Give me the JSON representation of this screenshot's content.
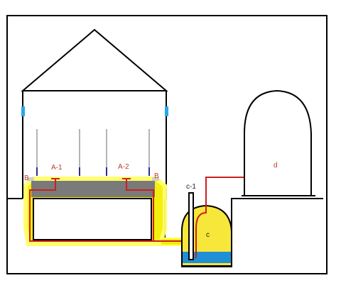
{
  "labels": {
    "a1": "A-1",
    "a2": "A-2",
    "b_left": "B",
    "b_right": "B",
    "c": "c",
    "c1": "c-1",
    "d": "d"
  },
  "colors": {
    "outline": "#000000",
    "yellow_fill": "#f4f000",
    "yellow_glow": "#ffff55",
    "slab": "#7a7a7a",
    "pipe": "#cc1f1f",
    "water": "#1f8fd6",
    "window_blue": "#2aa7e6",
    "post_grey": "#b5b5b5",
    "post_dark": "#2b2f8f",
    "label_red": "#c0392b"
  }
}
